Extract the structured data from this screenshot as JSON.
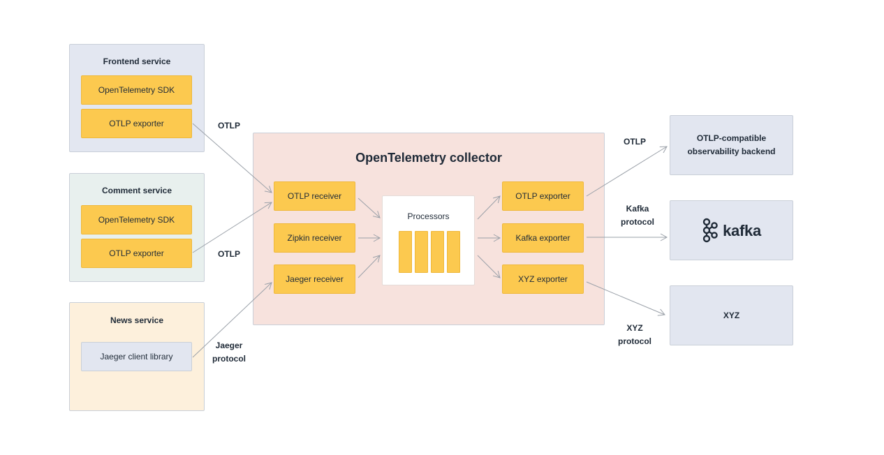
{
  "services": {
    "frontend": {
      "title": "Frontend service",
      "sdk": "OpenTelemetry SDK",
      "exporter": "OTLP exporter"
    },
    "comment": {
      "title": "Comment service",
      "sdk": "OpenTelemetry SDK",
      "exporter": "OTLP exporter"
    },
    "news": {
      "title": "News service",
      "client": "Jaeger client library"
    }
  },
  "edge_labels": {
    "frontend_otlp": "OTLP",
    "comment_otlp": "OTLP",
    "news_jaeger_line1": "Jaeger",
    "news_jaeger_line2": "protocol",
    "backend_otlp": "OTLP",
    "kafka_line1": "Kafka",
    "kafka_line2": "protocol",
    "xyz_line1": "XYZ",
    "xyz_line2": "protocol"
  },
  "collector": {
    "title": "OpenTelemetry collector",
    "receivers": [
      "OTLP receiver",
      "Zipkin receiver",
      "Jaeger receiver"
    ],
    "processors_label": "Processors",
    "exporters": [
      "OTLP exporter",
      "Kafka exporter",
      "XYZ exporter"
    ]
  },
  "backends": {
    "otlp_line1": "OTLP-compatible",
    "otlp_line2": "observability backend",
    "kafka_logo_text": "kafka",
    "xyz": "XYZ"
  },
  "colors": {
    "frontend_bg": "#e3e7f1",
    "comment_bg": "#e8f0ee",
    "news_bg": "#fdf0dc",
    "collector_bg": "#f7e2dd",
    "component_yellow": "#fcc94f",
    "backend_bg": "#e2e6f0",
    "arrow": "#9aa0a8"
  }
}
